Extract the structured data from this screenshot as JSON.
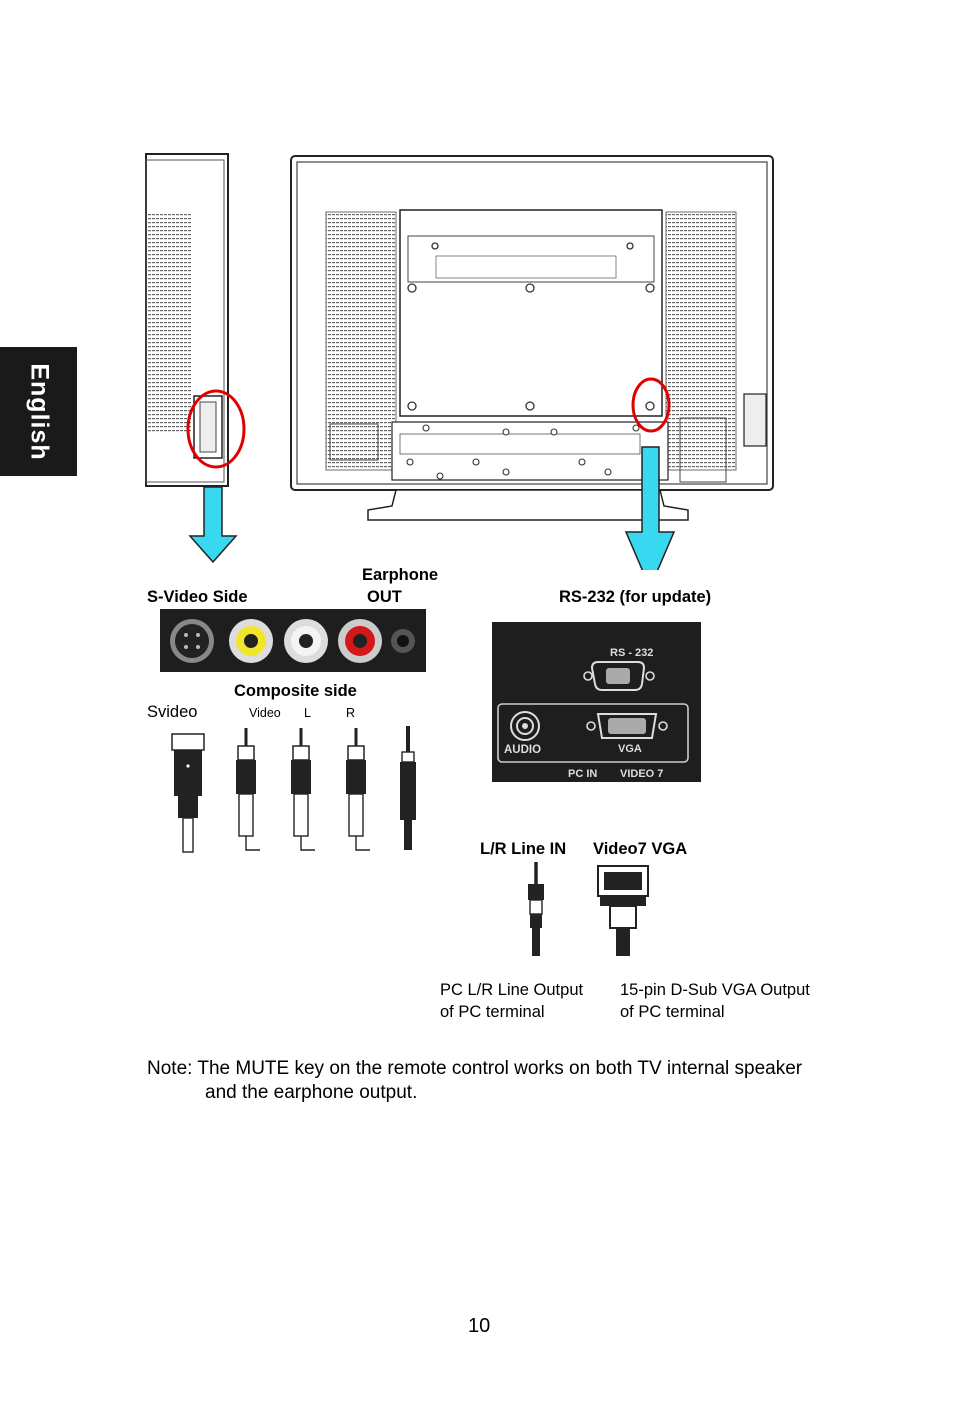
{
  "sidebar": {
    "language": "English"
  },
  "labels": {
    "svideo_side": "S-Video Side",
    "earphone": "Earphone",
    "out": "OUT",
    "rs232_update": "RS-232 (for update)",
    "composite_side": "Composite side",
    "svideo": "Svideo",
    "video": "Video",
    "l": "L",
    "r": "R",
    "lr_line_in": "L/R Line IN",
    "video7_vga": "Video7 VGA",
    "pc_lr_1": "PC L/R Line Output",
    "pc_lr_2": "of PC terminal",
    "dsub_1": "15-pin D-Sub VGA Output",
    "dsub_2": "of PC terminal"
  },
  "panel": {
    "rs232": "RS - 232",
    "audio": "AUDIO",
    "vga": "VGA",
    "pc_in": "PC  IN",
    "video7": "VIDEO 7"
  },
  "note": {
    "line1": "Note: The MUTE key on the remote control works on both TV internal speaker",
    "line2": "and the earphone output."
  },
  "page_number": "10",
  "colors": {
    "arrow": "#38d8f0",
    "circle": "#e00000",
    "panel": "#1e1e1e"
  }
}
